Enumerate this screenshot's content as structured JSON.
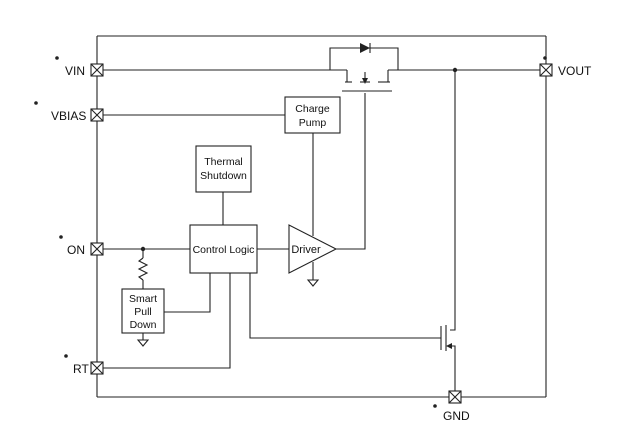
{
  "pins": {
    "vin": "VIN",
    "vbias": "VBIAS",
    "on": "ON",
    "rt": "RT",
    "vout": "VOUT",
    "gnd": "GND"
  },
  "blocks": {
    "charge_pump": [
      "Charge",
      "Pump"
    ],
    "thermal_shutdown": [
      "Thermal",
      "Shutdown"
    ],
    "control_logic": "Control Logic",
    "driver": "Driver",
    "smart_pull_down": [
      "Smart",
      "Pull",
      "Down"
    ]
  },
  "colors": {
    "line": "#222222",
    "background": "#ffffff"
  }
}
